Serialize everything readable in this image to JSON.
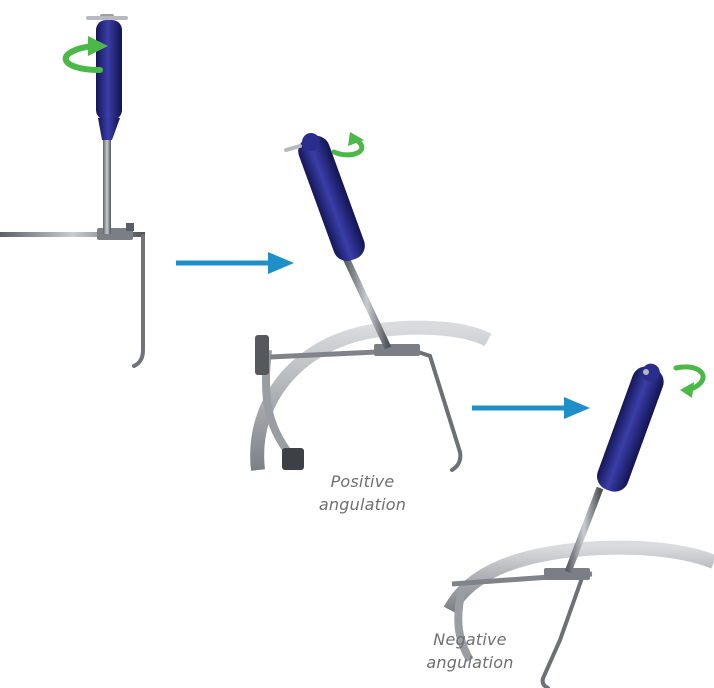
{
  "colors": {
    "handle": "#2a2d8c",
    "handle_dark": "#16185a",
    "metal": "#8e9297",
    "metal_dark": "#4a4d52",
    "arrow_blue": "#1f8fc9",
    "rotate_green": "#4cb848",
    "caption_text": "#6f6f6f"
  },
  "icons": {
    "step_arrow": "right-arrow-icon",
    "rotation": "rotate-arrow-icon"
  },
  "stages": [
    {
      "id": "neutral",
      "tilt_deg": 0
    },
    {
      "id": "positive",
      "tilt_deg": 20
    },
    {
      "id": "negative",
      "tilt_deg": 20
    }
  ],
  "captions": {
    "positive": [
      "Positive",
      "angulation"
    ],
    "negative": [
      "Negative",
      "angulation"
    ]
  }
}
